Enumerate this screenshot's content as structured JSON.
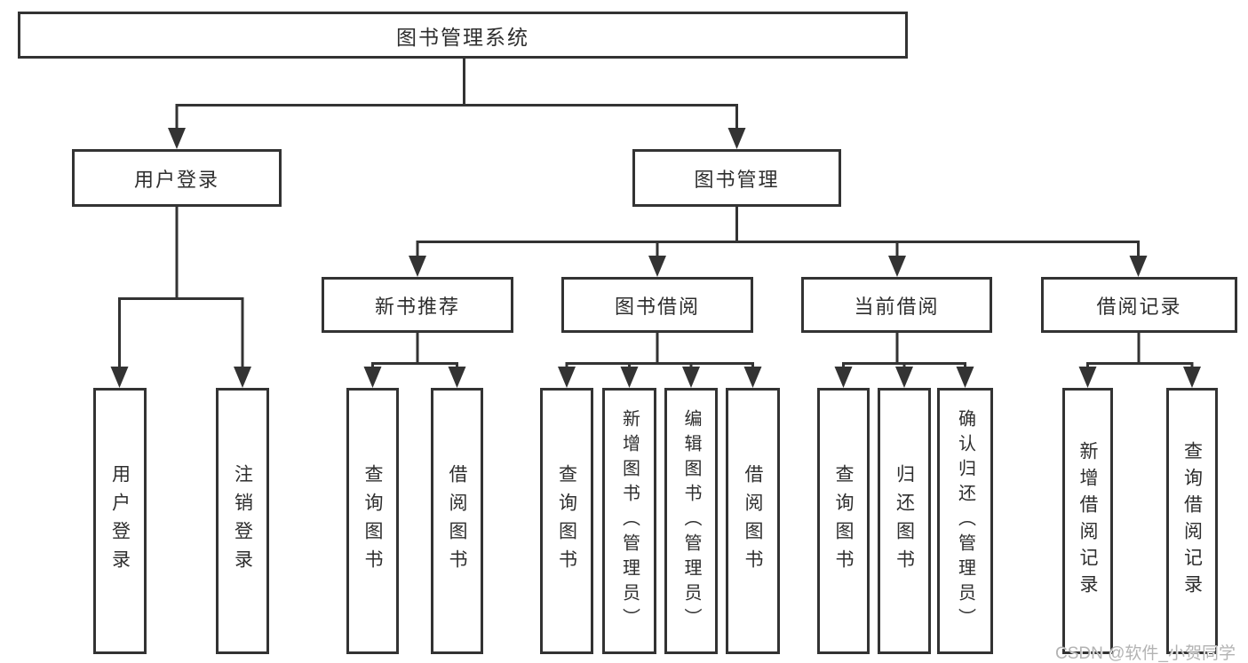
{
  "diagram": {
    "tree": {
      "root": "图书管理系统",
      "level2": [
        {
          "label": "用户登录",
          "children": [
            "用户登录",
            "注销登录"
          ]
        },
        {
          "label": "图书管理",
          "children": [
            {
              "label": "新书推荐",
              "children": [
                "查询图书",
                "借阅图书"
              ]
            },
            {
              "label": "图书借阅",
              "children": [
                "查询图书",
                "新增图书（管理员）",
                "编辑图书（管理员）",
                "借阅图书"
              ]
            },
            {
              "label": "当前借阅",
              "children": [
                "查询图书",
                "归还图书",
                "确认归还（管理员）"
              ]
            },
            {
              "label": "借阅记录",
              "children": [
                "新增借阅记录",
                "查询借阅记录"
              ]
            }
          ]
        }
      ]
    },
    "colors": {
      "line": "#333333",
      "text": "#2e2e2e",
      "background": "#ffffff",
      "watermark": "#b3b3b3"
    }
  },
  "watermark": "CSDN @软件_小贺同学"
}
